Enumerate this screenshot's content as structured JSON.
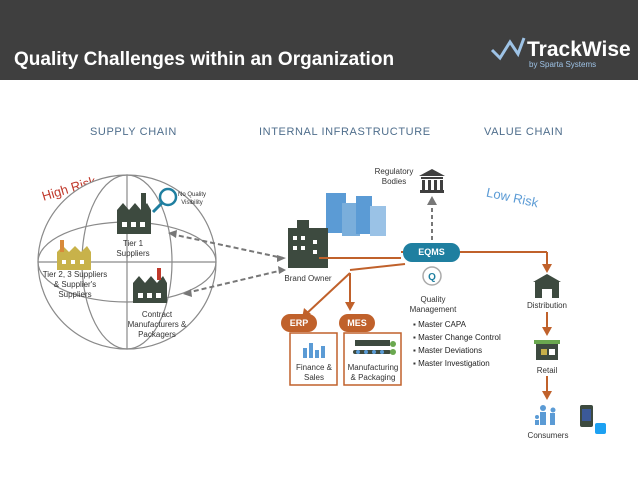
{
  "header": {
    "title": "Quality Challenges within an Organization",
    "logo_name": "TrackWise",
    "logo_sub": "by Sparta Systems"
  },
  "columns": {
    "supply_chain": "SUPPLY CHAIN",
    "internal": "INTERNAL INFRASTRUCTURE",
    "value_chain": "VALUE CHAIN"
  },
  "risk": {
    "high": "High Risk",
    "low": "Low Risk"
  },
  "nodes": {
    "no_quality": "No Quality Visibility",
    "tier1": "Tier 1 Suppliers",
    "tier2": "Tier 2, 3 Suppliers & Supplier's Suppliers",
    "contract": "Contract Manufacturers & Packagers",
    "brand_owner": "Brand Owner",
    "regulatory": "Regulatory Bodies",
    "eqms": "EQMS",
    "quality_mgmt": "Quality Management",
    "erp": "ERP",
    "mes": "MES",
    "finance": "Finance & Sales",
    "manufacturing": "Manufacturing & Packaging",
    "distribution": "Distribution",
    "retail": "Retail",
    "consumers": "Consumers"
  },
  "quality_list": [
    "Master CAPA",
    "Master Change Control",
    "Master Deviations",
    "Master Investigation"
  ],
  "colors": {
    "header_bg": "#3f3f3f",
    "teal": "#1f7fa0",
    "orange": "#c0612b",
    "accent_red": "#c0392b",
    "brand_dark": "#3d4a3f",
    "building_blue": "#5b9bd5"
  }
}
